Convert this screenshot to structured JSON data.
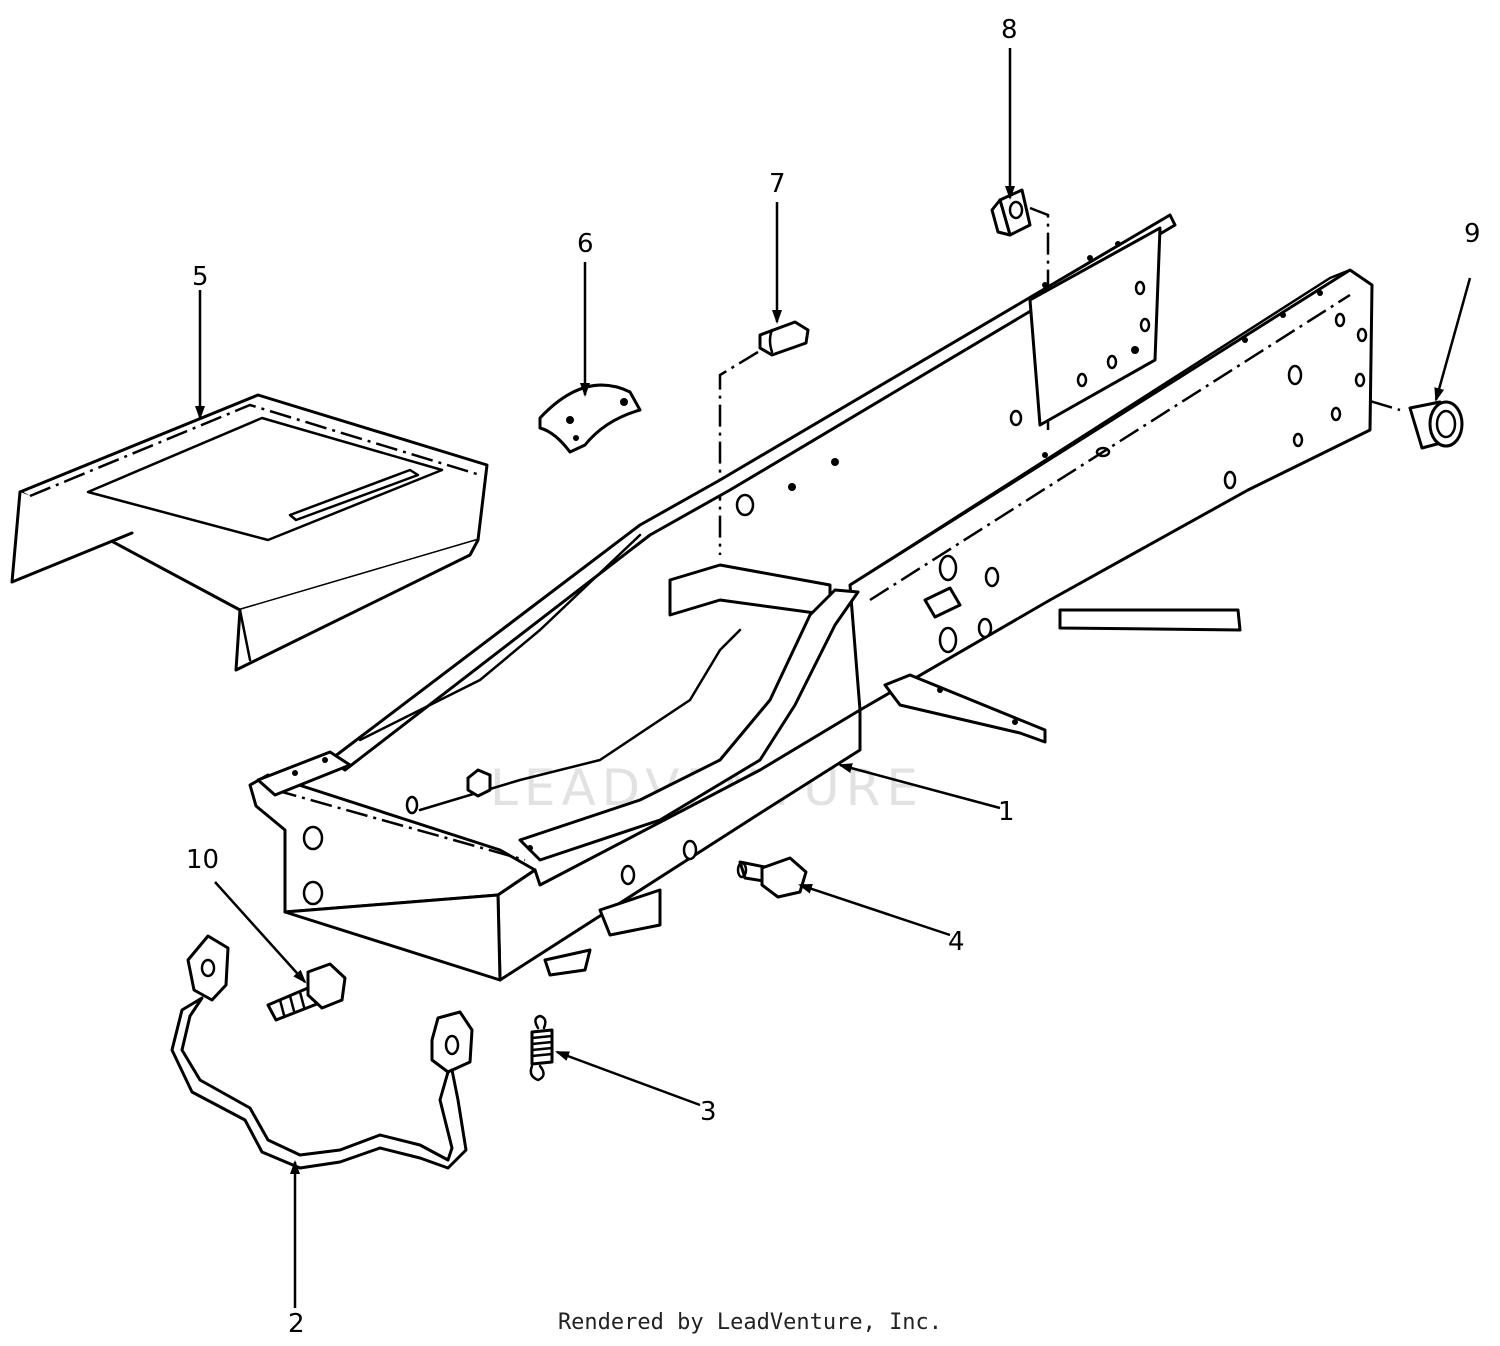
{
  "callouts": [
    {
      "id": "1",
      "label": "1"
    },
    {
      "id": "2",
      "label": "2"
    },
    {
      "id": "3",
      "label": "3"
    },
    {
      "id": "4",
      "label": "4"
    },
    {
      "id": "5",
      "label": "5"
    },
    {
      "id": "6",
      "label": "6"
    },
    {
      "id": "7",
      "label": "7"
    },
    {
      "id": "8",
      "label": "8"
    },
    {
      "id": "9",
      "label": "9"
    },
    {
      "id": "10",
      "label": "10"
    }
  ],
  "watermark": "LEADVENTURE",
  "footer": "Rendered by LeadVenture, Inc.",
  "colors": {
    "line": "#000000",
    "background": "#ffffff",
    "watermark": "#cfcfcf"
  }
}
